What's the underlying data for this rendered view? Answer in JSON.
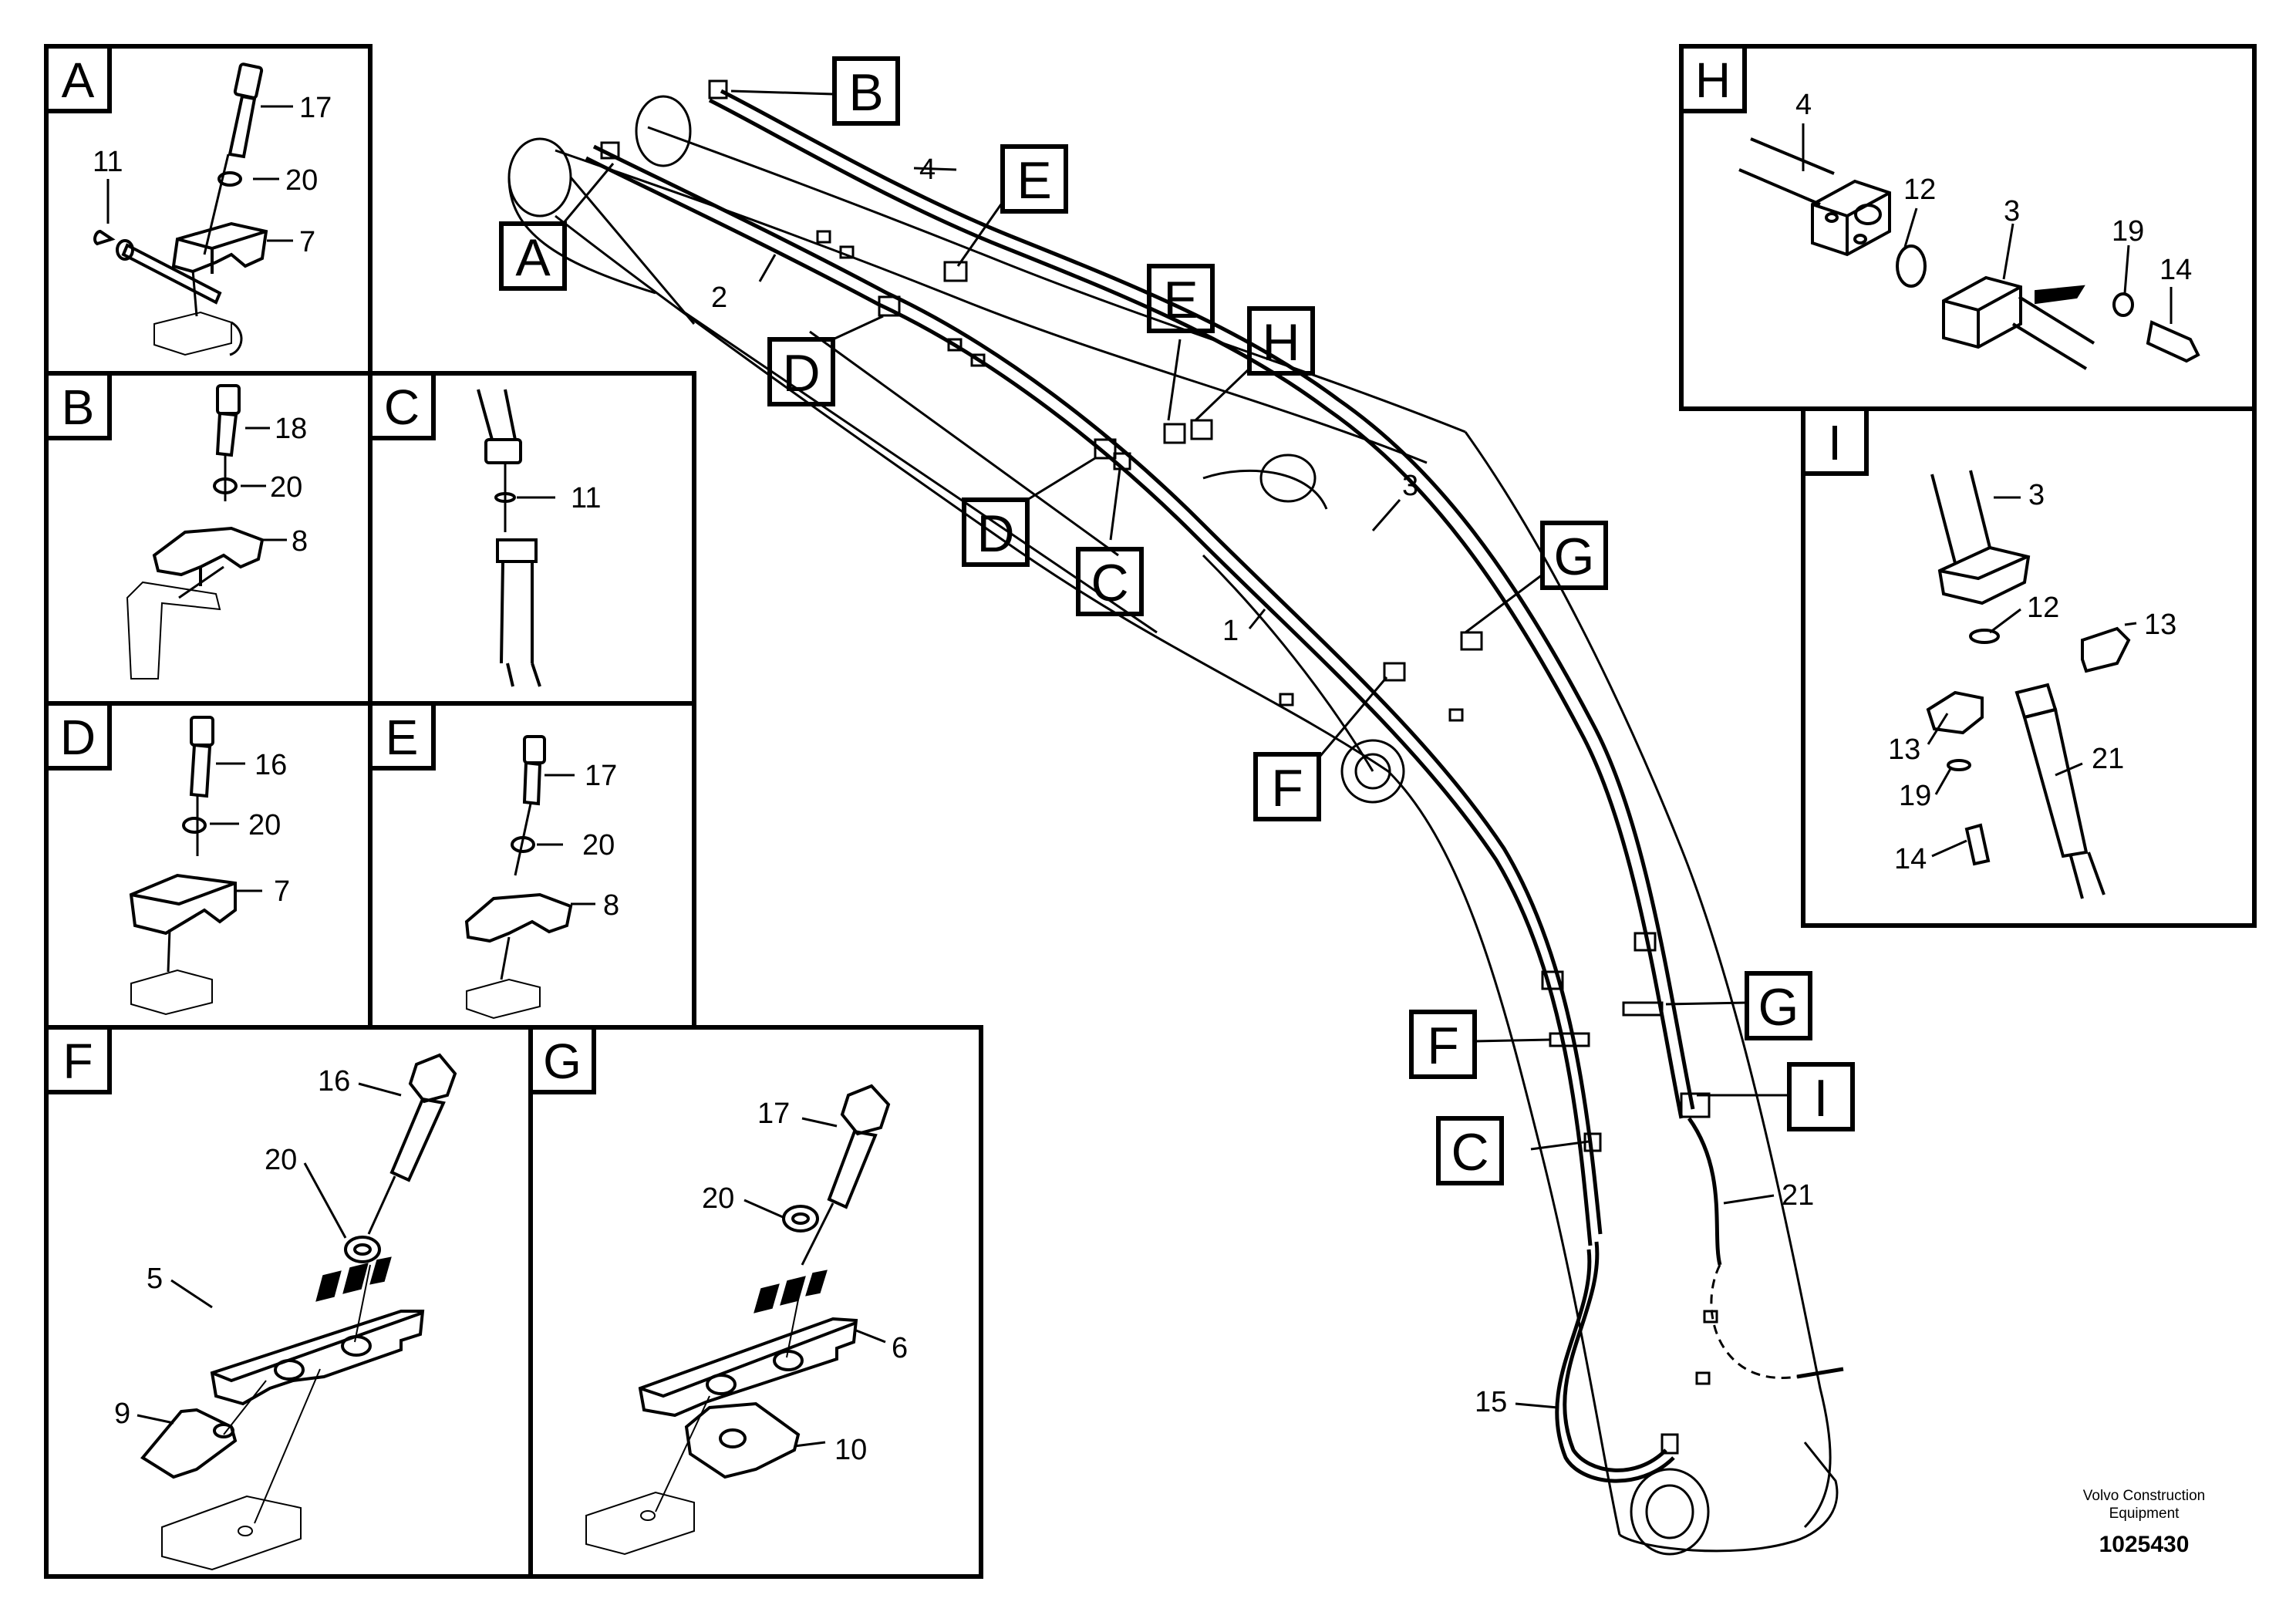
{
  "detail_views": [
    {
      "id": "A",
      "letter": "A",
      "parts": [
        "17",
        "11",
        "20",
        "7"
      ]
    },
    {
      "id": "B",
      "letter": "B",
      "parts": [
        "18",
        "20",
        "8"
      ]
    },
    {
      "id": "C",
      "letter": "C",
      "parts": [
        "11"
      ]
    },
    {
      "id": "D",
      "letter": "D",
      "parts": [
        "16",
        "20",
        "7"
      ]
    },
    {
      "id": "E",
      "letter": "E",
      "parts": [
        "17",
        "20",
        "8"
      ]
    },
    {
      "id": "F",
      "letter": "F",
      "parts": [
        "16",
        "20",
        "5",
        "9"
      ]
    },
    {
      "id": "G",
      "letter": "G",
      "parts": [
        "17",
        "20",
        "6",
        "10"
      ]
    },
    {
      "id": "H",
      "letter": "H",
      "parts": [
        "4",
        "12",
        "3",
        "19",
        "14"
      ]
    },
    {
      "id": "I",
      "letter": "I",
      "parts": [
        "3",
        "12",
        "13",
        "13",
        "21",
        "19",
        "14"
      ]
    }
  ],
  "main_view": {
    "callouts": [
      "B",
      "A",
      "E",
      "E",
      "H",
      "D",
      "D",
      "C",
      "G",
      "F",
      "G",
      "F",
      "I",
      "C"
    ],
    "part_numbers": [
      "4",
      "2",
      "3",
      "1",
      "21",
      "15"
    ]
  },
  "footer": {
    "company_line1": "Volvo Construction",
    "company_line2": "Equipment",
    "document_number": "1025430"
  }
}
